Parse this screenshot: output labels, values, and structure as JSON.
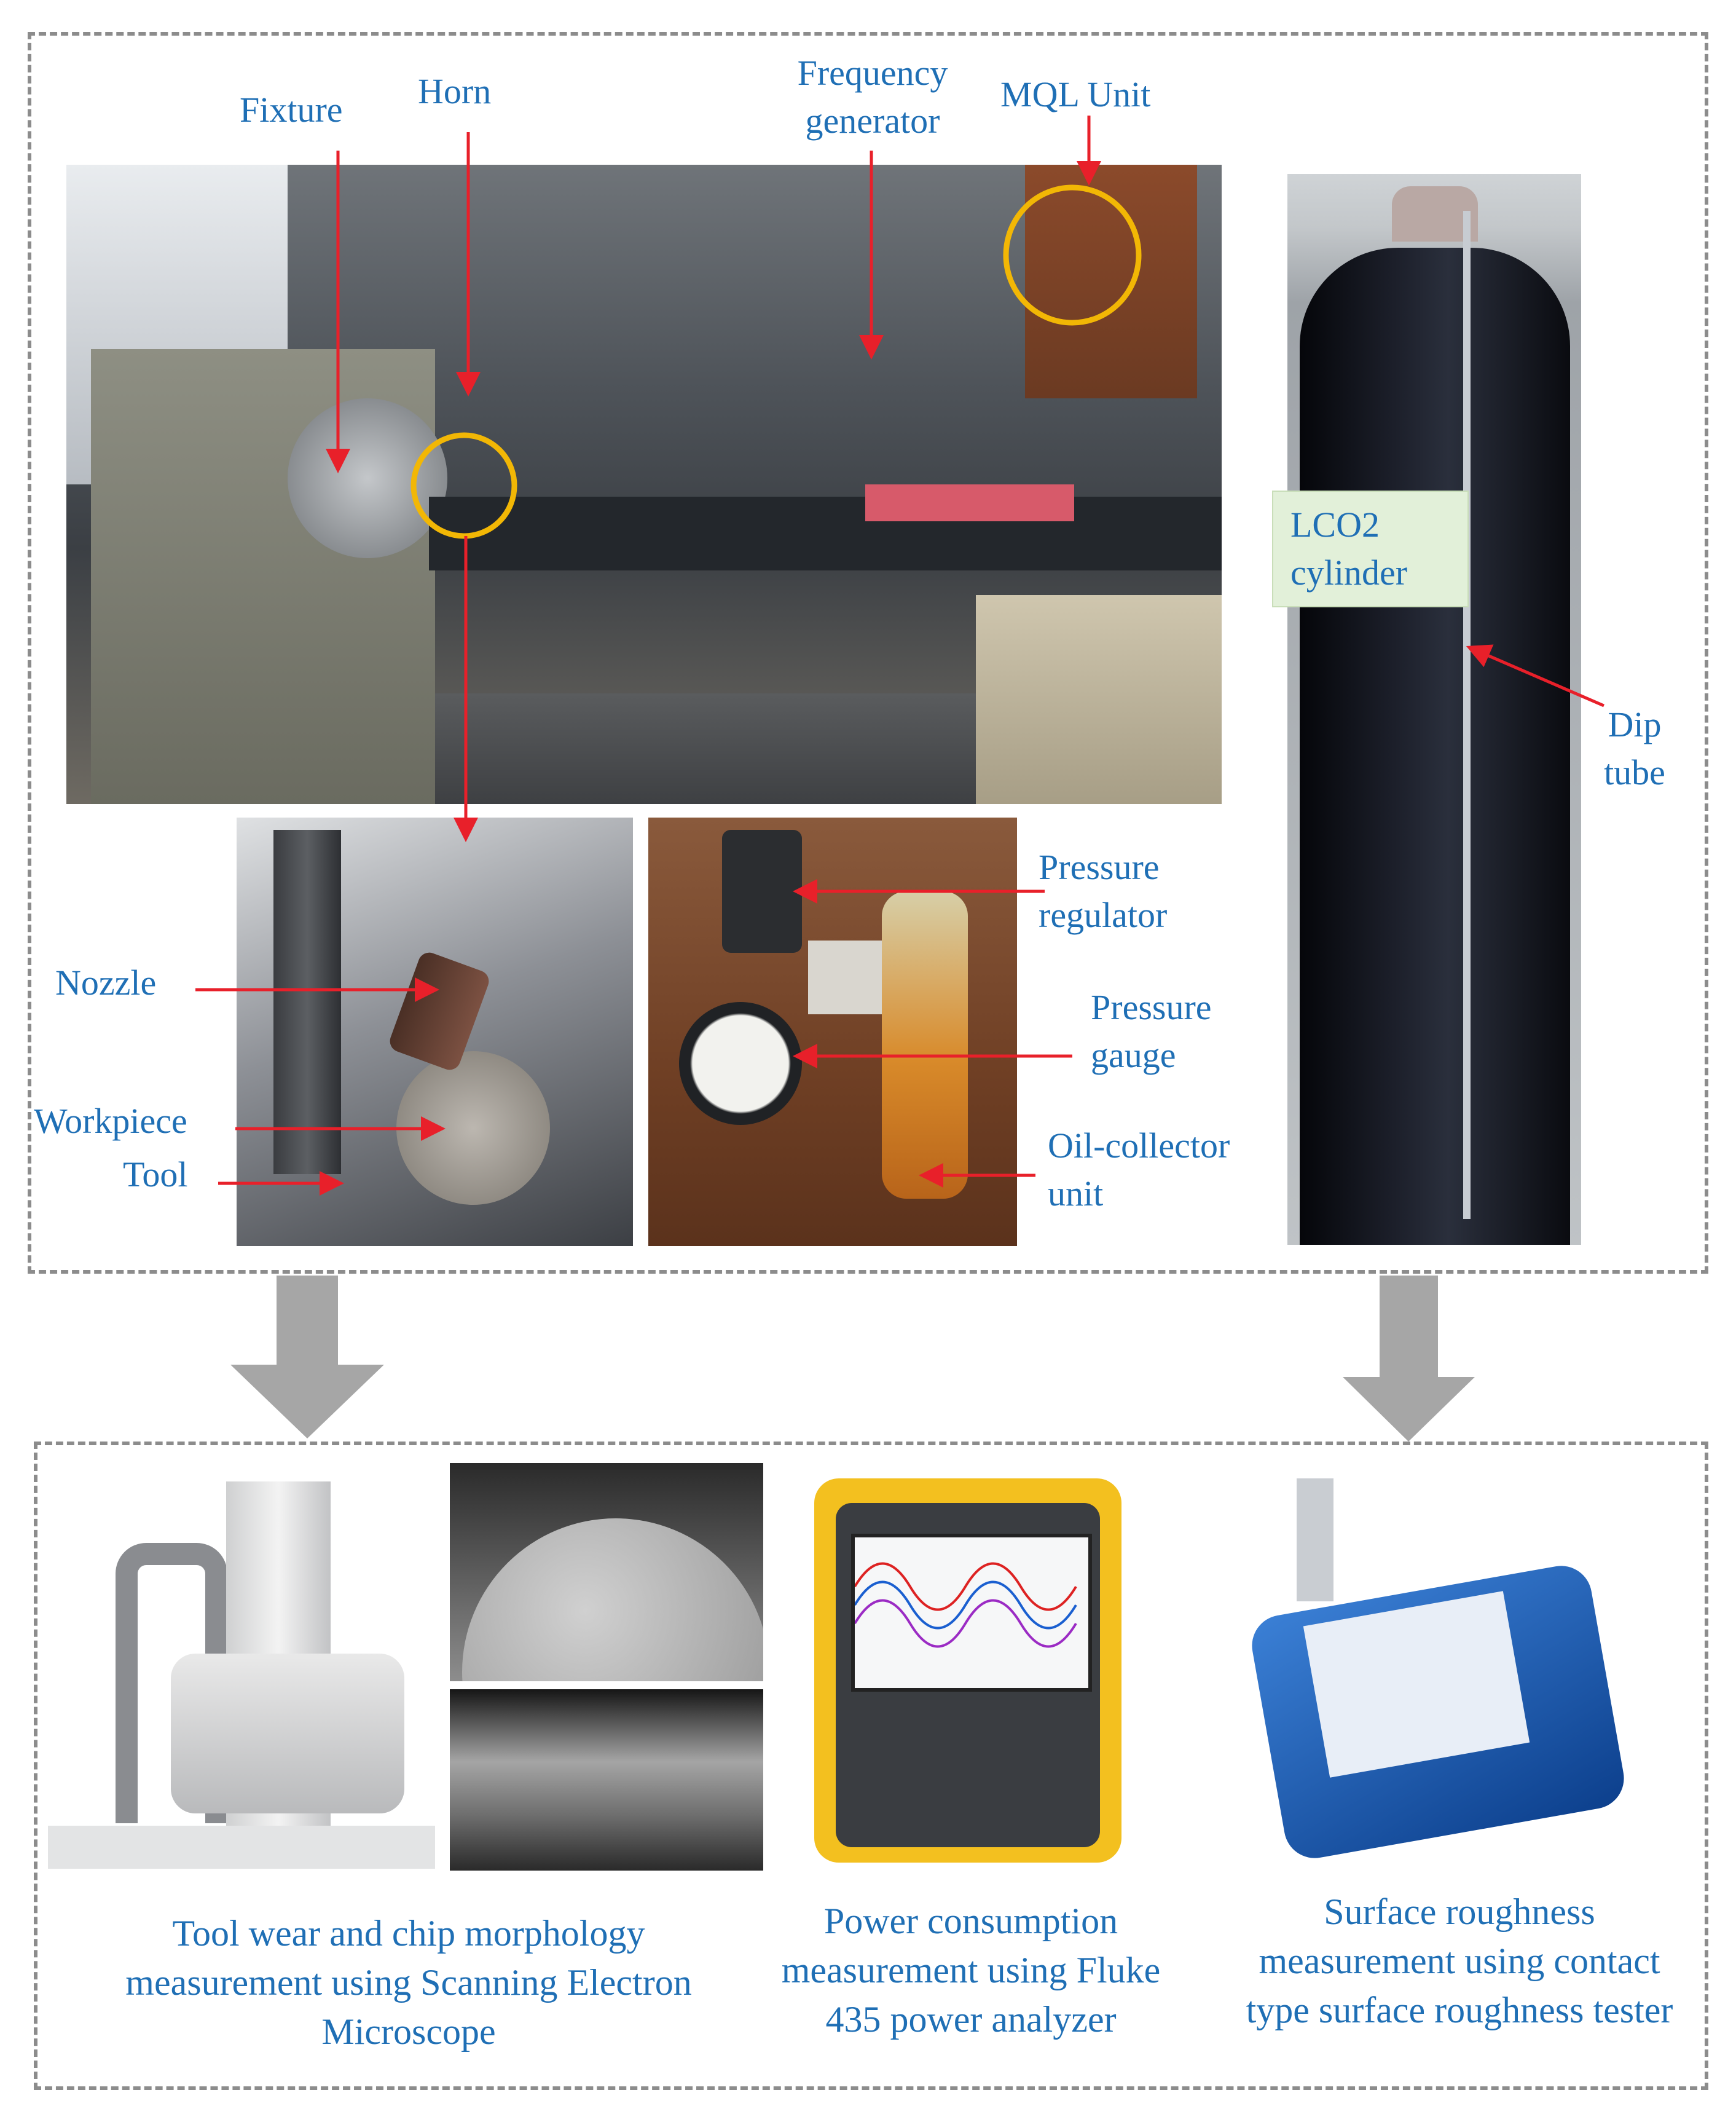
{
  "labels": {
    "fixture": "Fixture",
    "horn": "Horn",
    "freq_line1": "Frequency",
    "freq_line2": "generator",
    "mql_unit": "MQL Unit",
    "lco2_line1": "LCO2",
    "lco2_line2": "cylinder",
    "dip_line1": "Dip",
    "dip_line2": "tube",
    "pressure_regulator_line1": "Pressure",
    "pressure_regulator_line2": "regulator",
    "pressure_gauge_line1": "Pressure",
    "pressure_gauge_line2": "gauge",
    "oil_collector_line1": "Oil-collector",
    "oil_collector_line2": "unit",
    "nozzle": "Nozzle",
    "workpiece": "Workpiece",
    "tool": "Tool"
  },
  "captions": {
    "sem": [
      "Tool wear and chip morphology",
      "measurement using Scanning Electron",
      "Microscope"
    ],
    "power": [
      "Power consumption",
      "measurement using Fluke",
      "435 power analyzer"
    ],
    "roughness": [
      "Surface roughness",
      "measurement using contact",
      "type surface roughness tester"
    ]
  },
  "colors": {
    "label_text": "#1f6fb5",
    "pointer_arrow": "#e8202a",
    "highlight_circle": "#f2b705",
    "flow_arrow": "#a6a6a6",
    "frame_border": "#8c8c8c"
  }
}
